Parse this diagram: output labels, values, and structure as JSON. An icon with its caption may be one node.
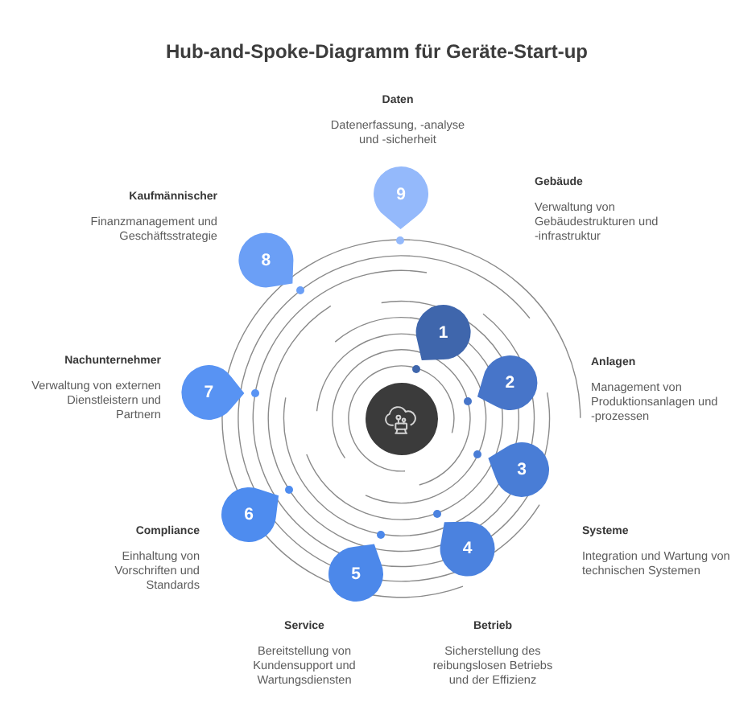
{
  "diagram": {
    "title": "Hub-and-Spoke-Diagramm für Geräte-Start-up",
    "nodes": [
      {
        "text": [],
        "shape": "circle"
      },
      {
        "text": [
          "1"
        ],
        "beside": [
          "Gebäude",
          "Verwaltung von Gebäudestrukturen und -infrastruktur"
        ]
      },
      {
        "text": [
          "2"
        ],
        "beside": [
          "Anlagen",
          "Management von Produktionsanlagen und -prozessen"
        ]
      },
      {
        "text": [
          "3"
        ],
        "beside": [
          "Systeme",
          "Integration und Wartung von technischen Systemen"
        ]
      },
      {
        "text": [
          "4"
        ],
        "beside": [
          "Betrieb",
          "Sicherstellung des reibungslosen Betriebs und der Effizienz"
        ]
      },
      {
        "text": [
          "5"
        ],
        "beside": [
          "Service",
          "Bereitstellung von Kundensupport und Wartungsdiensten"
        ]
      },
      {
        "text": [
          "6"
        ],
        "beside": [
          "Compliance",
          "Einhaltung von Vorschriften und Standards"
        ]
      },
      {
        "text": [
          "7"
        ],
        "beside": [
          "Nachunternehmer",
          "Verwaltung von externen Dienstleistern und Partnern"
        ]
      },
      {
        "text": [
          "8"
        ],
        "beside": [
          "Kaufmännischer",
          "Finanzmanagement und Geschäftsstrategie"
        ]
      },
      {
        "text": [
          "9"
        ],
        "beside": [
          "Daten",
          "Datenerfassung, -analyse und -sicherheit"
        ]
      }
    ]
  }
}
